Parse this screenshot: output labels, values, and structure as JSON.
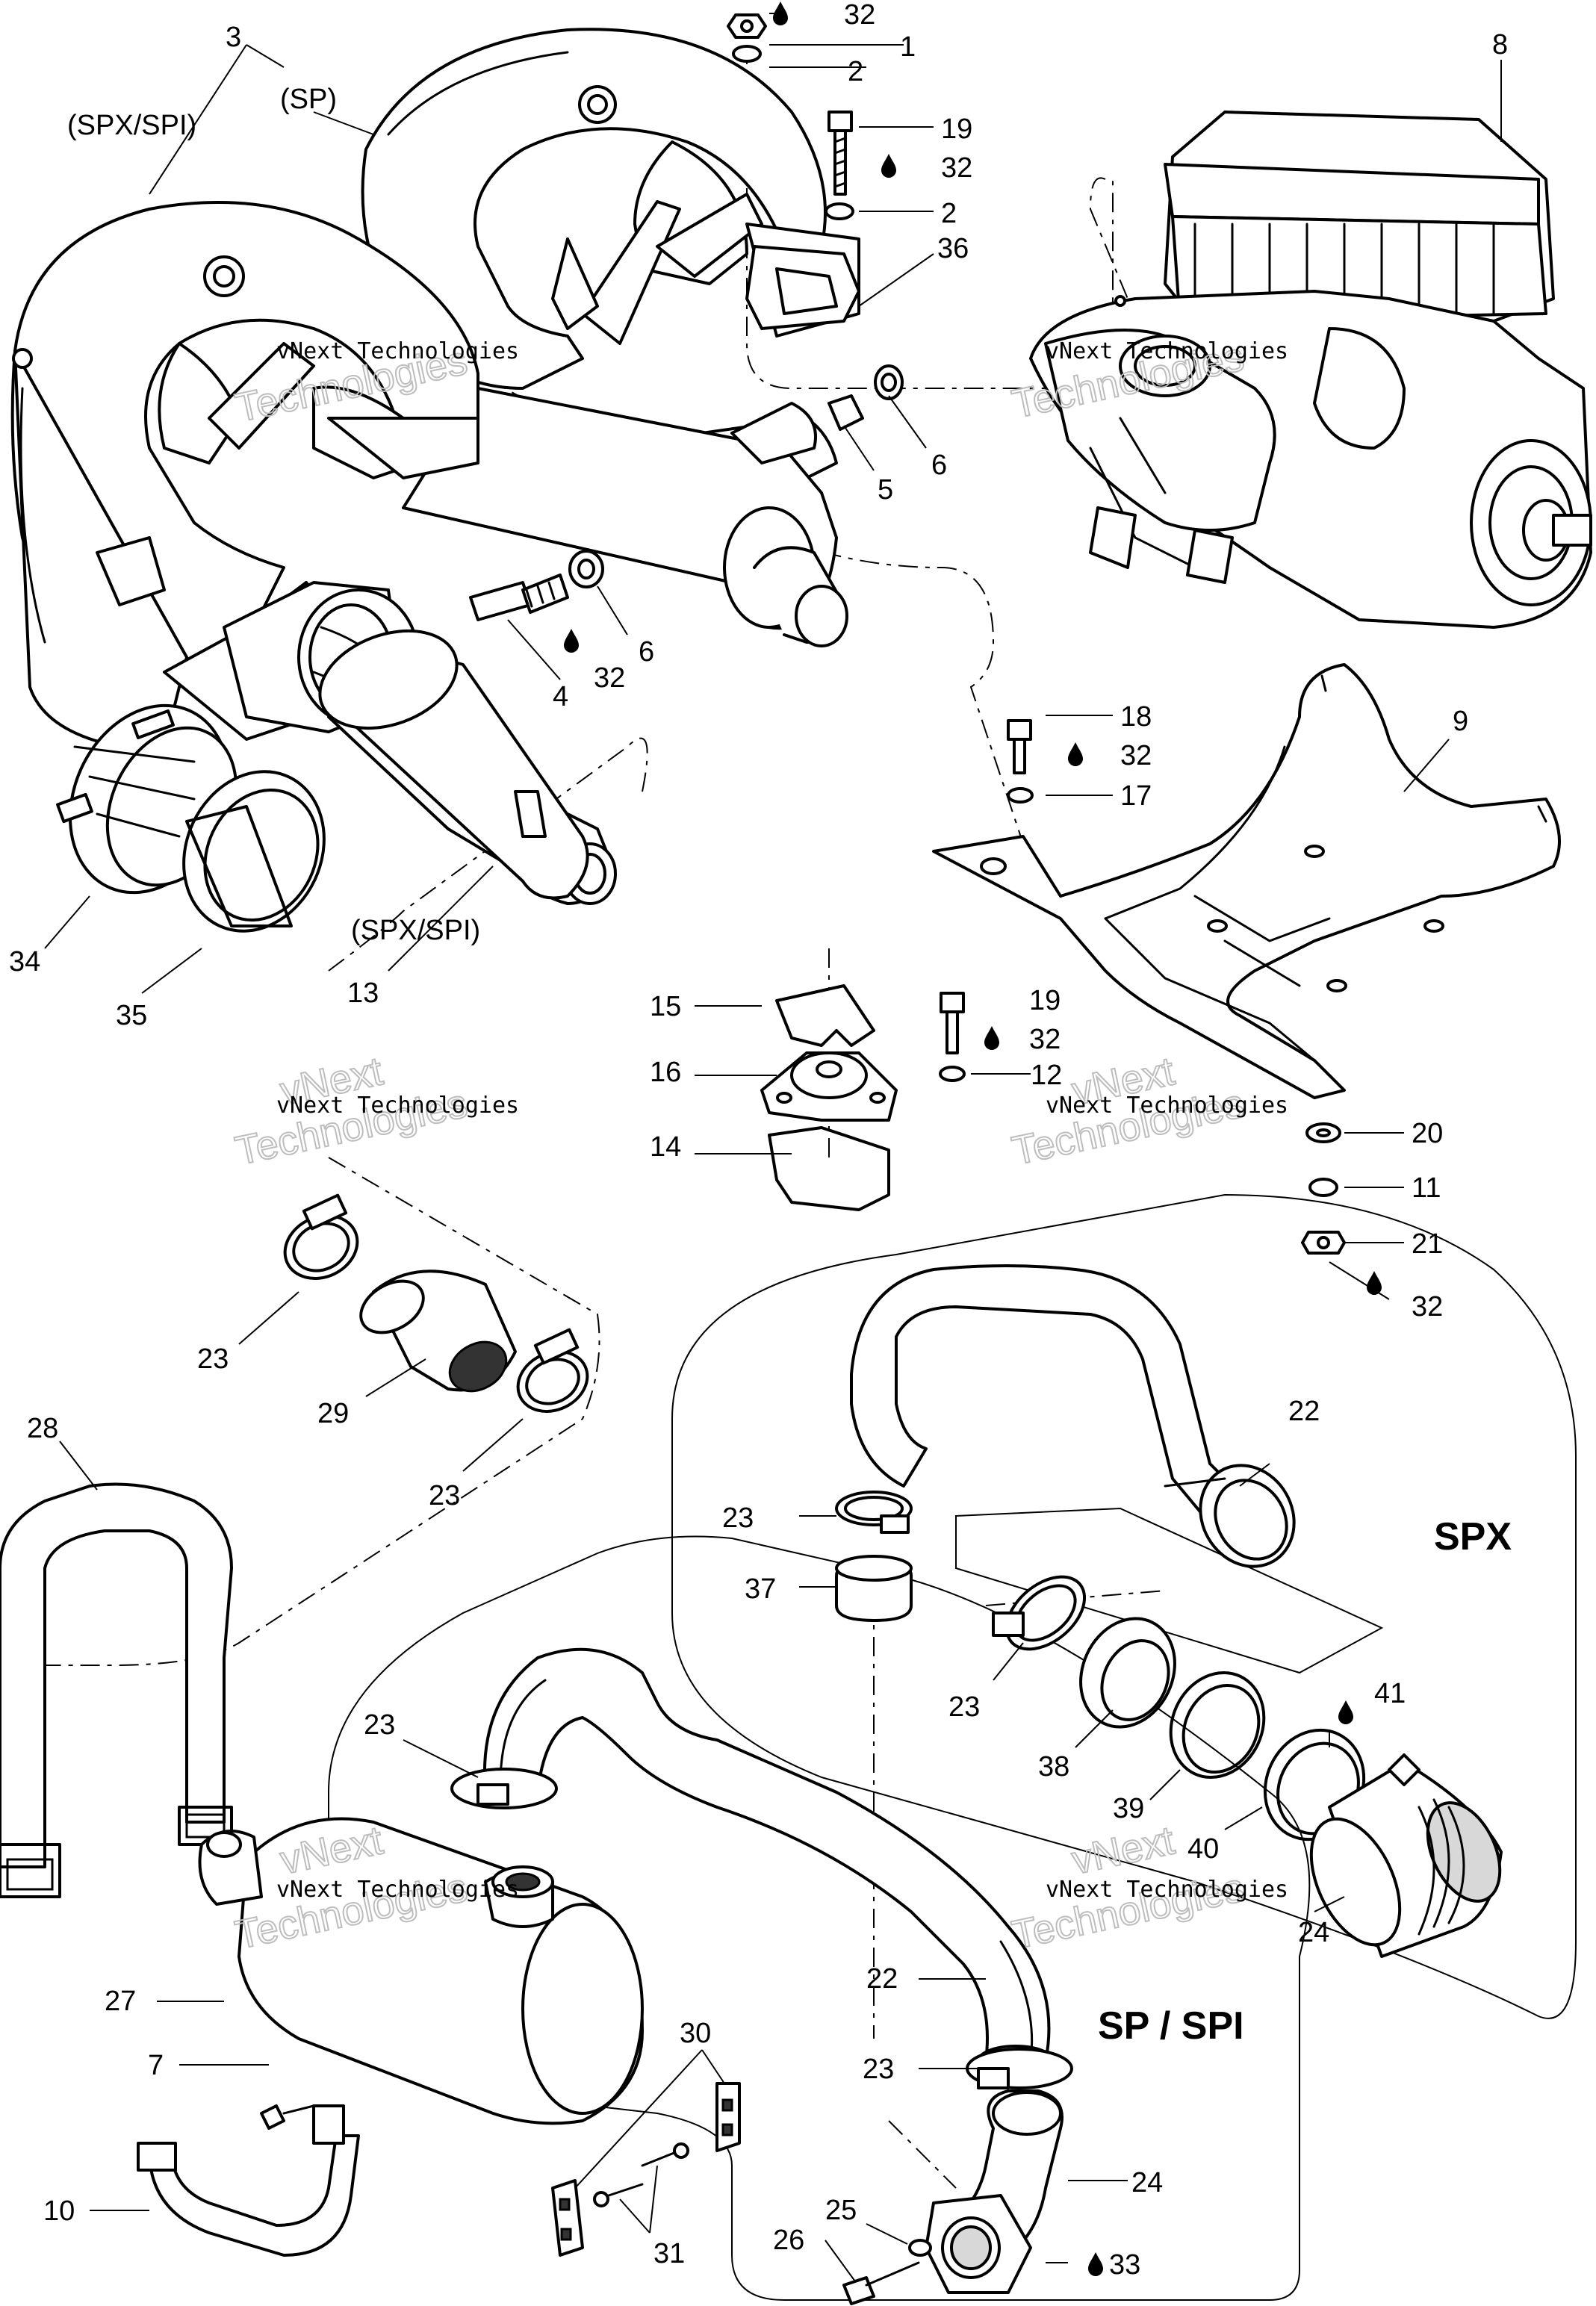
{
  "watermark": {
    "line1": "vNext Technologies",
    "line2_a": "vNext",
    "line2_b": "Technologies"
  },
  "variant_labels": {
    "spx_spi": "(SPX/SPI)",
    "sp": "(SP)"
  },
  "section_labels": {
    "spx": "SPX",
    "sp_spi": "SP / SPI"
  },
  "callouts": [
    {
      "id": "c32a",
      "text": "32",
      "drop": true
    },
    {
      "id": "c1",
      "text": "1"
    },
    {
      "id": "c2a",
      "text": "2"
    },
    {
      "id": "c19a",
      "text": "19"
    },
    {
      "id": "c32b",
      "text": "32",
      "drop": true
    },
    {
      "id": "c2b",
      "text": "2"
    },
    {
      "id": "c36",
      "text": "36"
    },
    {
      "id": "c8",
      "text": "8"
    },
    {
      "id": "c3",
      "text": "3"
    },
    {
      "id": "c6a",
      "text": "6"
    },
    {
      "id": "c5",
      "text": "5"
    },
    {
      "id": "c6b",
      "text": "6"
    },
    {
      "id": "c4",
      "text": "4"
    },
    {
      "id": "c32c",
      "text": "32",
      "drop": true
    },
    {
      "id": "c18",
      "text": "18"
    },
    {
      "id": "c32d",
      "text": "32",
      "drop": true
    },
    {
      "id": "c17",
      "text": "17"
    },
    {
      "id": "c9",
      "text": "9"
    },
    {
      "id": "c34",
      "text": "34"
    },
    {
      "id": "c35",
      "text": "35"
    },
    {
      "id": "c13",
      "text": "13"
    },
    {
      "id": "c15",
      "text": "15"
    },
    {
      "id": "c19b",
      "text": "19"
    },
    {
      "id": "c32e",
      "text": "32",
      "drop": true
    },
    {
      "id": "c16",
      "text": "16"
    },
    {
      "id": "c12",
      "text": "12"
    },
    {
      "id": "c14",
      "text": "14"
    },
    {
      "id": "c20",
      "text": "20"
    },
    {
      "id": "c11",
      "text": "11"
    },
    {
      "id": "c21",
      "text": "21"
    },
    {
      "id": "c32f",
      "text": "32",
      "drop": true
    },
    {
      "id": "c23a",
      "text": "23"
    },
    {
      "id": "c29",
      "text": "29"
    },
    {
      "id": "c23b",
      "text": "23"
    },
    {
      "id": "c28",
      "text": "28"
    },
    {
      "id": "c22a",
      "text": "22"
    },
    {
      "id": "c23c",
      "text": "23"
    },
    {
      "id": "c37",
      "text": "37"
    },
    {
      "id": "c23d",
      "text": "23"
    },
    {
      "id": "c41",
      "text": "41",
      "drop": true
    },
    {
      "id": "c38",
      "text": "38"
    },
    {
      "id": "c39",
      "text": "39"
    },
    {
      "id": "c40",
      "text": "40"
    },
    {
      "id": "c24a",
      "text": "24"
    },
    {
      "id": "c23e",
      "text": "23"
    },
    {
      "id": "c27",
      "text": "27"
    },
    {
      "id": "c22b",
      "text": "22"
    },
    {
      "id": "c30",
      "text": "30"
    },
    {
      "id": "c23f",
      "text": "23"
    },
    {
      "id": "c7",
      "text": "7"
    },
    {
      "id": "c24b",
      "text": "24"
    },
    {
      "id": "c10",
      "text": "10"
    },
    {
      "id": "c25",
      "text": "25"
    },
    {
      "id": "c26",
      "text": "26"
    },
    {
      "id": "c33",
      "text": "33",
      "drop": true
    },
    {
      "id": "c31",
      "text": "31"
    }
  ]
}
